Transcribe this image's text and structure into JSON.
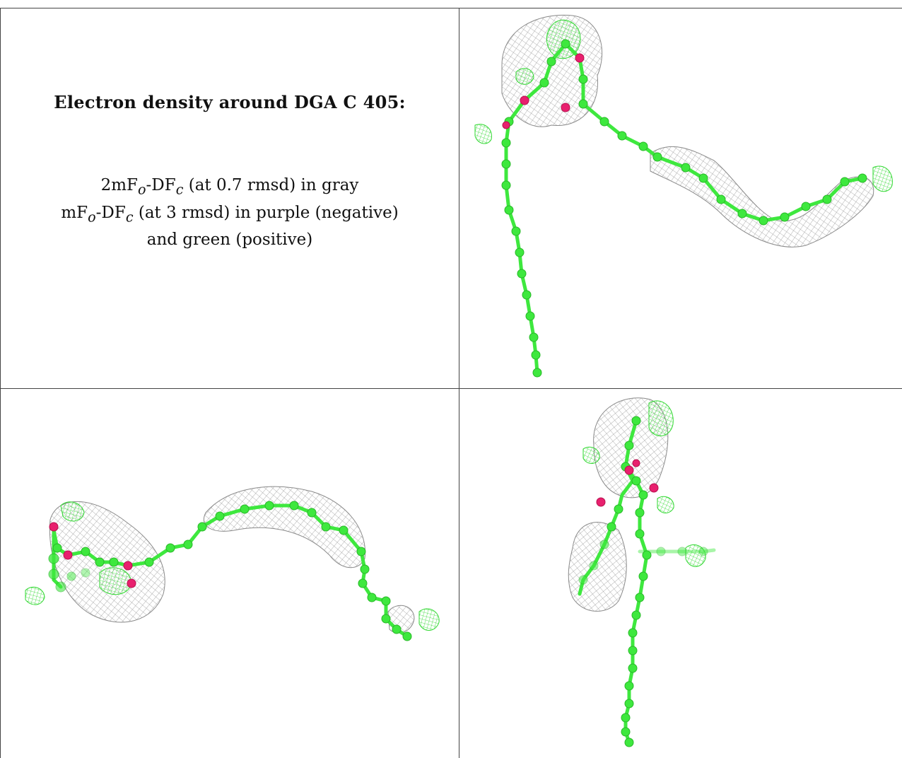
{
  "caption": {
    "title": "Electron density around DGA C 405:",
    "line1": {
      "prefix": "2mF",
      "sub1": "o",
      "mid": "-DF",
      "sub2": "c",
      "suffix": " (at 0.7 rmsd) in gray"
    },
    "line2": {
      "prefix": "mF",
      "sub1": "o",
      "mid": "-DF",
      "sub2": "c",
      "suffix": " (at 3 rmsd) in purple (negative)"
    },
    "line3": "and green (positive)"
  },
  "colors": {
    "carbon": "#3ee83e",
    "oxygen": "#e8206e",
    "density_2fofc": "#9a9a9a",
    "density_positive": "#2fd82f",
    "grid": "#444444"
  },
  "panels": [
    {
      "id": "view-1",
      "content": "ligand-model-with-density"
    },
    {
      "id": "view-2",
      "content": "ligand-model-with-density"
    },
    {
      "id": "view-3",
      "content": "ligand-model-with-density"
    }
  ]
}
